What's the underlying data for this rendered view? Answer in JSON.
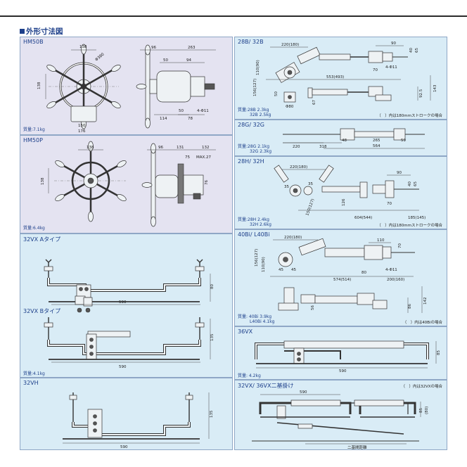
{
  "page": {
    "section_title": "外形寸法図"
  },
  "panels": {
    "hm50b": {
      "title": "HM50B",
      "weight": "質量:7.1kg",
      "dims": {
        "d1": "138",
        "d2": "Φ380",
        "d3": "138",
        "d4": "150",
        "d5": "176",
        "d6": "96",
        "d7": "263",
        "d8": "50",
        "d9": "94",
        "d10": "50",
        "d11": "4-Φ11",
        "d12": "114",
        "d13": "78"
      }
    },
    "hm50p": {
      "title": "HM50P",
      "weight": "質量:6.4kg",
      "dims": {
        "d1": "138",
        "d2": "138",
        "d3": "96",
        "d4": "131",
        "d5": "132",
        "d6": "75",
        "d7": "MAX.27",
        "d8": "76"
      }
    },
    "b28": {
      "title": "28B/ 32B",
      "weight1": "質量:28B 2.3kg",
      "weight2": "32B 2.5kg",
      "note": "（　）内は180mmストロークの場合",
      "dims": {
        "d1": "220(180)",
        "d2": "90",
        "d3": "40",
        "d4": "65",
        "d5": "110(90)",
        "d6": "156(127)",
        "d7": "50",
        "d8": "70",
        "d9": "4-Φ11",
        "d10": "553(493)",
        "d11": "Φ80",
        "d12": "67",
        "d13": "92.5",
        "d14": "143"
      }
    },
    "g28": {
      "title": "28G/ 32G",
      "weight1": "質量:28G 2.1kg",
      "weight2": "32G 2.3kg",
      "dims": {
        "d1": "220",
        "d2": "318",
        "d3": "48",
        "d4": "265",
        "d5": "59",
        "d6": "564"
      }
    },
    "h28": {
      "title": "28H/ 32H",
      "weight1": "質量:28H 2.4kg",
      "weight2": "32H 2.6kg",
      "note": "（　）内は180mmストロークの場合",
      "dims": {
        "d1": "220(180)",
        "d2": "35",
        "d3": "35",
        "d4": "90",
        "d5": "40",
        "d6": "65",
        "d7": "150(127)",
        "d8": "126",
        "d9": "70",
        "d10": "604(544)",
        "d11": "185(145)"
      }
    },
    "bi40": {
      "title": "40Bi/ L40Bi",
      "weight1": "質量: 40Bi 3.9kg",
      "weight2": "L40Bi 4.1kg",
      "note": "（　）内は40Biの場合",
      "dims": {
        "d1": "220(180)",
        "d2": "110",
        "d3": "70",
        "d4": "156(127)",
        "d5": "110(90)",
        "d6": "45",
        "d7": "45",
        "d8": "80",
        "d9": "4-Φ11",
        "d10": "574(514)",
        "d11": "200(160)",
        "d12": "56",
        "d13": "86",
        "d14": "142"
      }
    },
    "vx36": {
      "title": "36VX",
      "weight": "質量: 4.2kg",
      "dims": {
        "d1": "85",
        "d2": "590"
      }
    },
    "vx32a": {
      "title": "32VX  Aタイプ",
      "dims": {
        "d1": "80",
        "d2": "590"
      }
    },
    "vx32b": {
      "title": "32VX  Bタイプ",
      "weight": "質量:4.1kg",
      "dims": {
        "d1": "135",
        "d2": "590"
      }
    },
    "vh32": {
      "title": "32VH",
      "dims": {
        "d1": "135",
        "d2": "590"
      }
    },
    "vxdual": {
      "title": "32VX/ 36VX二基掛け",
      "note": "（　）内は32VXの場合",
      "dims": {
        "d1": "590",
        "d2": "85",
        "d3": "(80)",
        "d4": "二基間距離"
      }
    }
  }
}
